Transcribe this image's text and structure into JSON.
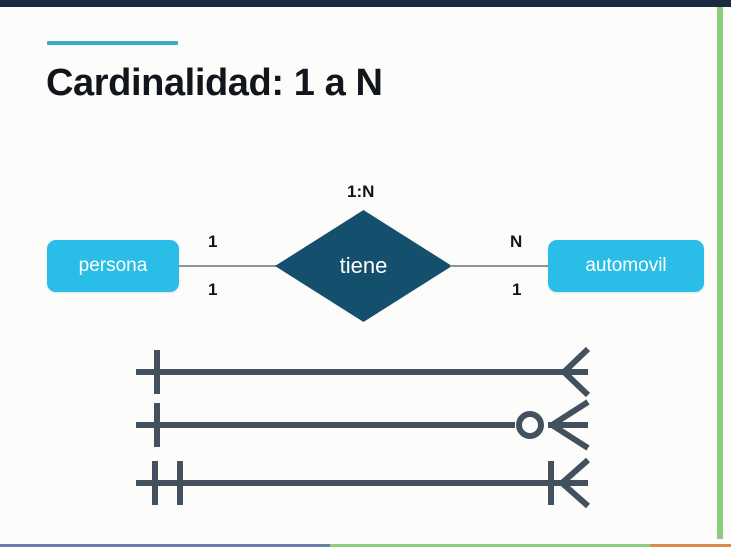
{
  "slide": {
    "title": "Cardinalidad: 1 a N",
    "accent_color": "#3ea8cd"
  },
  "colors": {
    "entity_fill": "#29bde8",
    "relationship_fill": "#14506e",
    "entity_text": "#ffffff",
    "connector": "#8e9499",
    "notation_stroke": "#43505e",
    "title_text": "#12161c",
    "top_bar": "#192a41",
    "strip_green": "#8fcc7f",
    "strip_blue": "#6b7fa8",
    "strip_orange": "#d98a4e",
    "background": "#fcfdfb"
  },
  "er_diagram": {
    "left_entity": "persona",
    "relationship": "tiene",
    "right_entity": "automovil",
    "ratio_label": "1:N",
    "left_top_cardinality": "1",
    "left_bottom_cardinality": "1",
    "right_top_cardinality": "N",
    "right_bottom_cardinality": "1"
  },
  "notation_lines": [
    {
      "name": "one-to-many",
      "left_symbol": "single-bar",
      "right_symbol": "crows-foot"
    },
    {
      "name": "one-to-zero-or-many",
      "left_symbol": "single-bar",
      "right_symbol": "circle-crows-foot"
    },
    {
      "name": "exactly-one-to-one-or-many",
      "left_symbol": "double-bar",
      "right_symbol": "bar-crows-foot"
    }
  ]
}
